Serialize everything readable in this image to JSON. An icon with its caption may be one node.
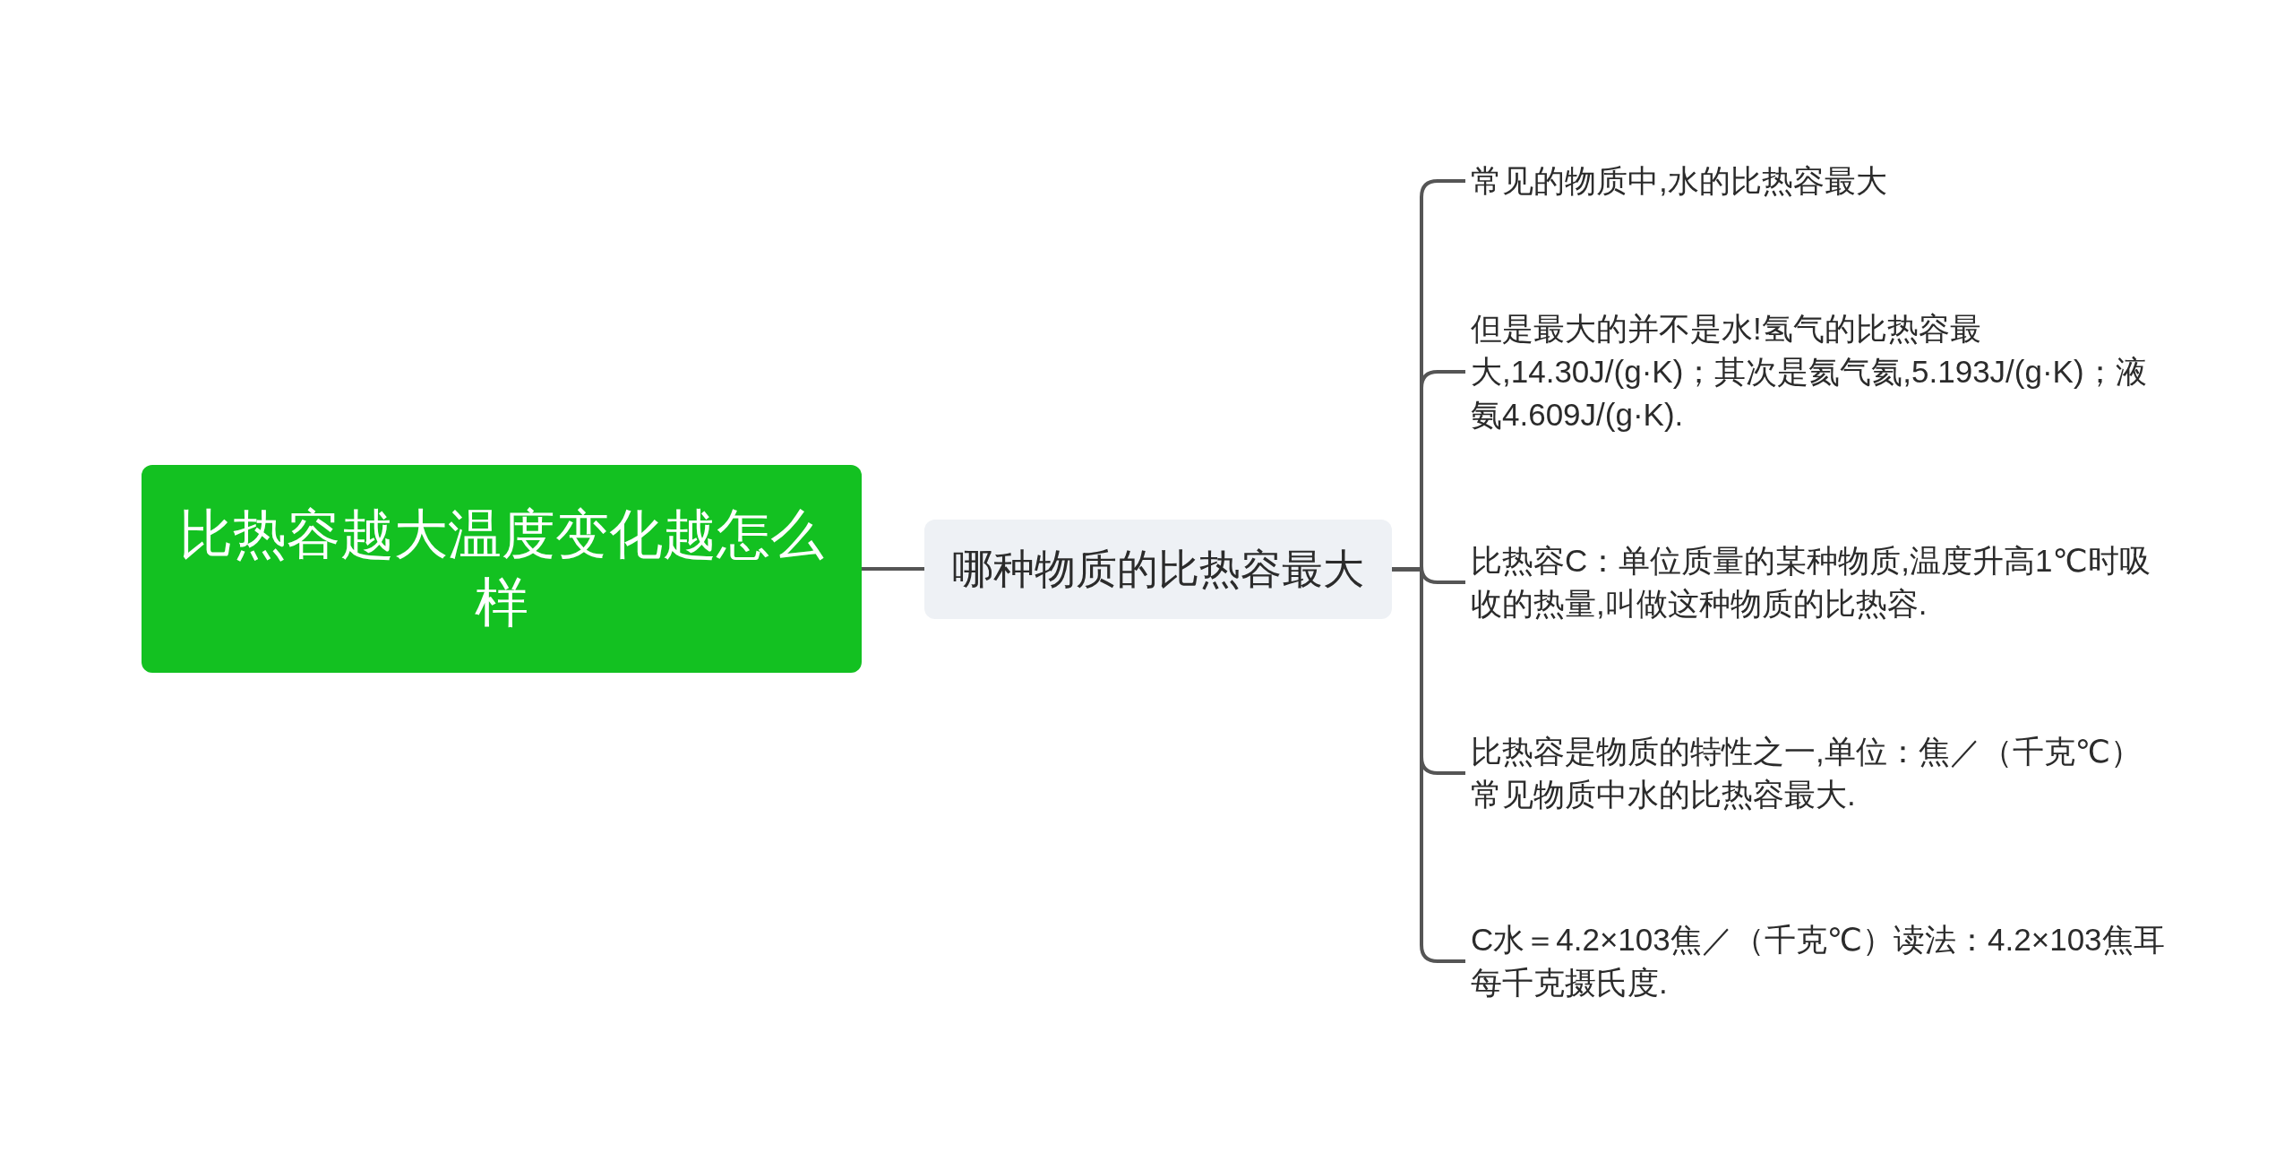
{
  "diagram": {
    "nodes": [
      {
        "text": [
          "比热容越大温度变化越怎么样"
        ]
      },
      {
        "text": [
          "哪种物质的比热容最大"
        ]
      },
      {
        "text": [
          "常见的物质中,水的比热容最大"
        ]
      },
      {
        "text": [
          "但是最大的并不是水!氢气的比热容最大,14.30J/(g·K)；其次是氦气氦,5.193J/(g·K)；液氨4.609J/(g·K)."
        ]
      },
      {
        "text": [
          "比热容C：单位质量的某种物质,温度升高1℃时吸收的热量,叫做这种物质的比热容."
        ]
      },
      {
        "text": [
          "比热容是物质的特性之一,单位：焦／（千克℃）常见物质中水的比热容最大."
        ]
      },
      {
        "text": [
          "C水＝4.2×103焦／（千克℃）读法：4.2×103焦耳每千克摄氏度."
        ]
      }
    ],
    "edges": [
      {
        "from": 0,
        "to": 1,
        "arrow": "none"
      },
      {
        "from": 1,
        "to": 2,
        "arrow": "none"
      },
      {
        "from": 1,
        "to": 3,
        "arrow": "none"
      },
      {
        "from": 1,
        "to": 4,
        "arrow": "none"
      },
      {
        "from": 1,
        "to": 5,
        "arrow": "none"
      },
      {
        "from": 1,
        "to": 6,
        "arrow": "none"
      }
    ]
  }
}
